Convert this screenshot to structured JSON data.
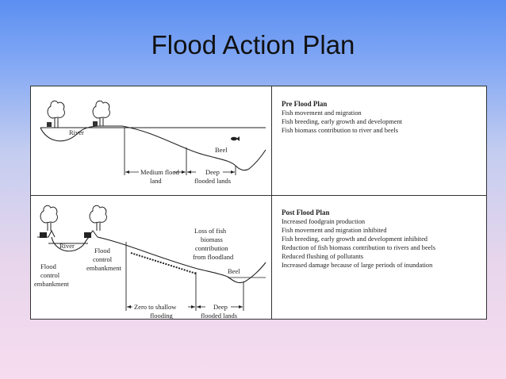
{
  "title": "Flood Action Plan",
  "pre": {
    "heading": "Pre Flood Plan",
    "items": [
      "Fish movement and migration",
      "Fish breeding, early growth and development",
      "Fish biomass contribution to river and beels"
    ],
    "labels": {
      "river": "River",
      "beel": "Beel",
      "medium1": "Medium flood",
      "medium2": "land",
      "deep1": "Deep",
      "deep2": "flooded lands"
    }
  },
  "post": {
    "heading": "Post Flood Plan",
    "items": [
      "Increased foodgrain production",
      "Fish movement and migration inhibited",
      "Fish breeding, early growth and development inhibited",
      "Reduction of fish biomass contribution to rivers and beels",
      "Reduced flushing of pollutants",
      "Increased damage because of large periods of inundation"
    ],
    "labels": {
      "river": "River",
      "flood_a1": "Flood",
      "flood_a2": "control",
      "flood_a3": "embankment",
      "flood_b1": "Flood",
      "flood_b2": "control",
      "flood_b3": "embankment",
      "loss1": "Loss of fish",
      "loss2": "biomass",
      "loss3": "contribution",
      "loss4": "from floodland",
      "beel": "Beel",
      "zero1": "Zero to shallow",
      "zero2": "flooding",
      "deep1": "Deep",
      "deep2": "flooded lands"
    }
  }
}
